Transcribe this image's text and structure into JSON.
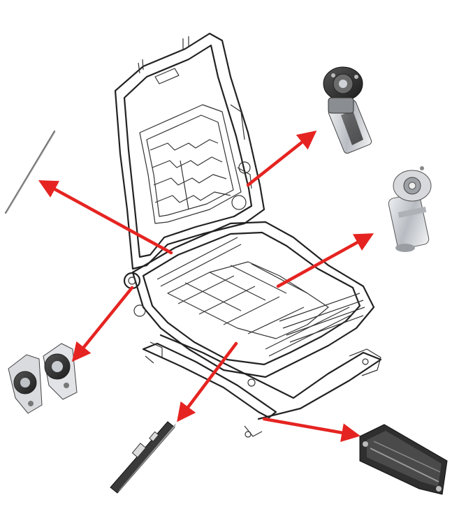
{
  "diagram": {
    "subject": "car-seat-frame-exploded-components",
    "colors": {
      "arrow": "#e52421",
      "line_art": "#222222",
      "metal_dark": "#2b2b2b",
      "metal_light": "#c9ccd0",
      "background": "#ffffff"
    },
    "components": [
      {
        "id": "wire-rod",
        "icon": "wire-rod-icon"
      },
      {
        "id": "geared-motor-top",
        "icon": "geared-motor-icon"
      },
      {
        "id": "cylinder-motor-right",
        "icon": "cylinder-motor-icon"
      },
      {
        "id": "recliner-mechanisms",
        "icon": "recliner-icon"
      },
      {
        "id": "seat-rail-short",
        "icon": "rail-bracket-icon"
      },
      {
        "id": "seat-rail-long",
        "icon": "rail-track-icon"
      }
    ],
    "arrows": [
      {
        "id": "arrow-to-wire-rod",
        "target": "wire-rod"
      },
      {
        "id": "arrow-to-geared-motor",
        "target": "geared-motor-top"
      },
      {
        "id": "arrow-to-cylinder-motor",
        "target": "cylinder-motor-right"
      },
      {
        "id": "arrow-to-recliner",
        "target": "recliner-mechanisms"
      },
      {
        "id": "arrow-to-rail-short",
        "target": "seat-rail-short"
      },
      {
        "id": "arrow-to-rail-long",
        "target": "seat-rail-long"
      }
    ]
  }
}
